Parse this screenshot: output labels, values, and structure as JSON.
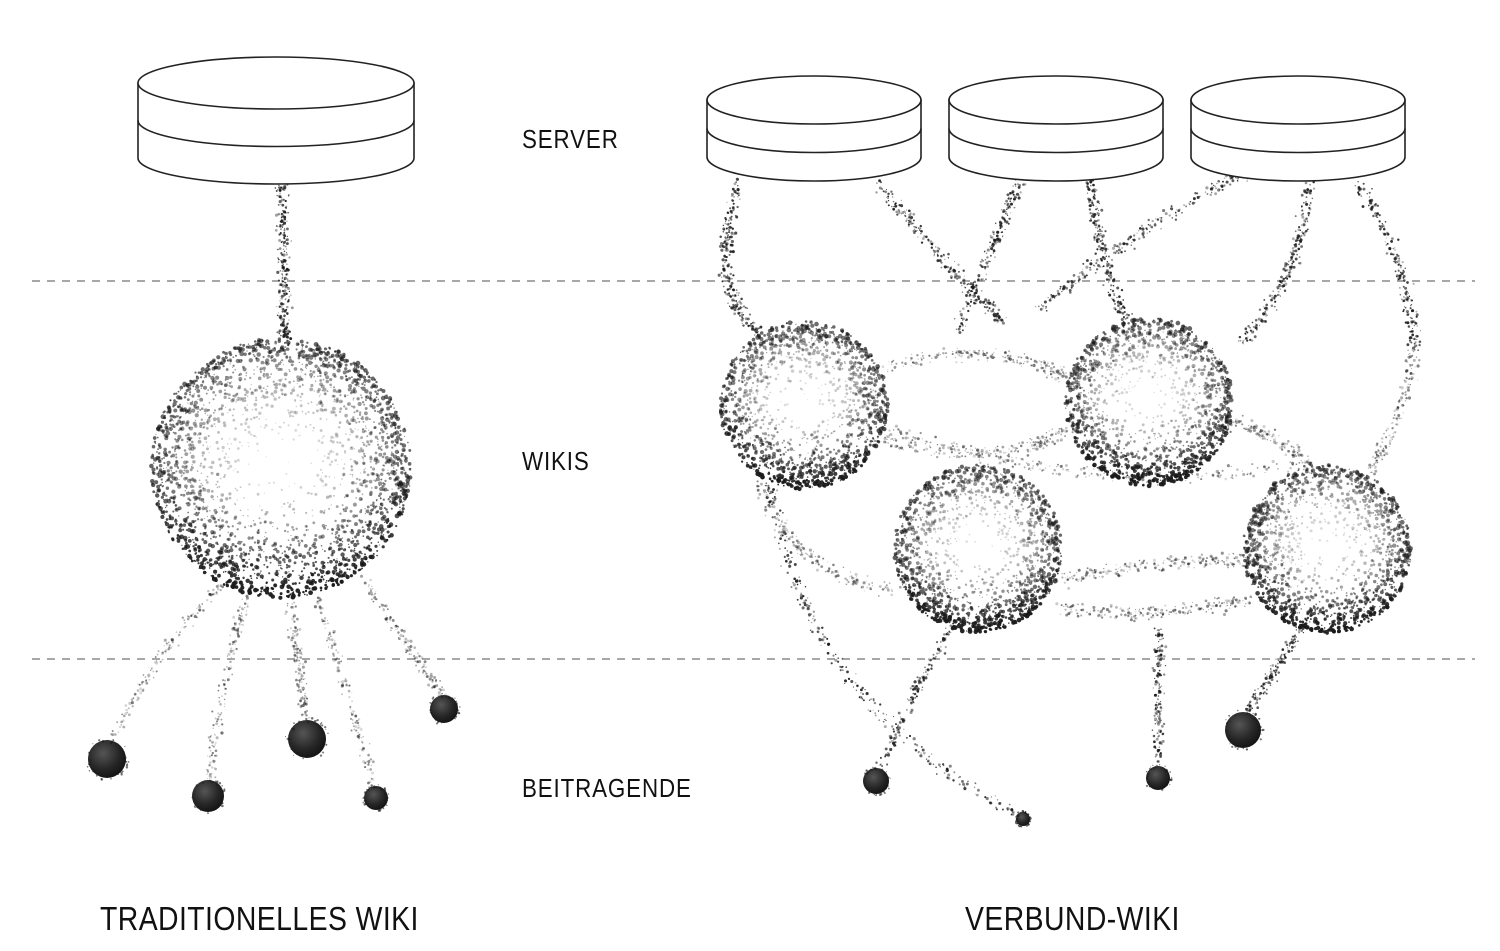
{
  "rows": {
    "server": "SERVER",
    "wikis": "WIKIS",
    "contributors": "BEITRAGENDE"
  },
  "panels": {
    "traditional": "TRADITIONELLES WIKI",
    "federated": "VERBUND-WIKI"
  },
  "colors": {
    "ink": "#111111",
    "dots": "#1a1a1a",
    "divider": "#8a8a8a",
    "node": "#2a2a2a"
  },
  "icons": [
    "server-disk-icon",
    "wiki-sphere-icon",
    "contributor-node-icon"
  ]
}
